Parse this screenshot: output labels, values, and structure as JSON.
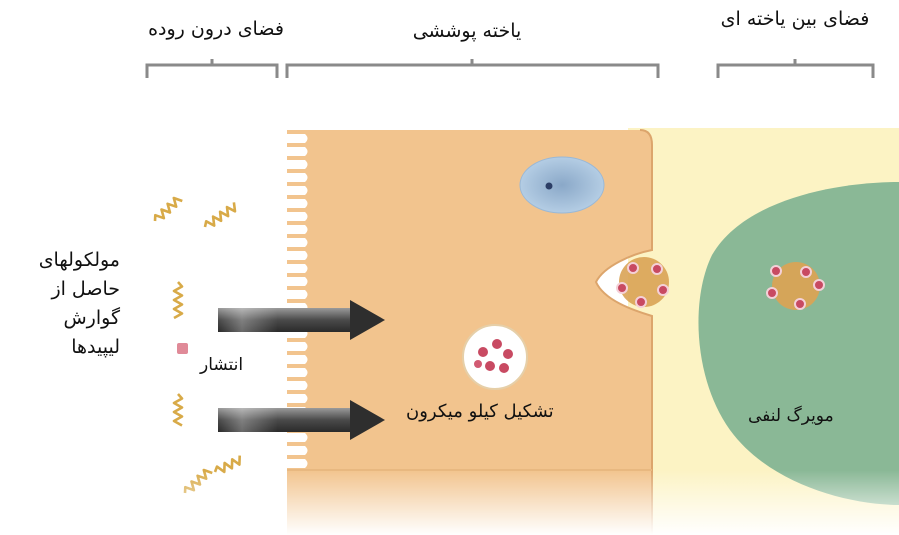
{
  "labels": {
    "lumen": "فضای درون روده",
    "epithelial": "یاخته پوششی",
    "interstitial": "فضای بین یاخته ای",
    "molecules": "مولکولهای حاصل از گوارش لیپیدها",
    "diffusion": "انتشار",
    "chylomicron": "تشکیل کیلو میکرون",
    "lymph": "مویرگ لنفی"
  },
  "colors": {
    "cell": "#f2c48e",
    "nucleus": "#a8c4df",
    "interstitial": "#fcf3c4",
    "lymph": "#8ab896",
    "lipid_chain": "#d8aa48",
    "droplet_core": "#d9a355",
    "droplet_dot": "#c84a62",
    "arrow": "#3a3a3a",
    "bracket": "#8a8a8a"
  }
}
